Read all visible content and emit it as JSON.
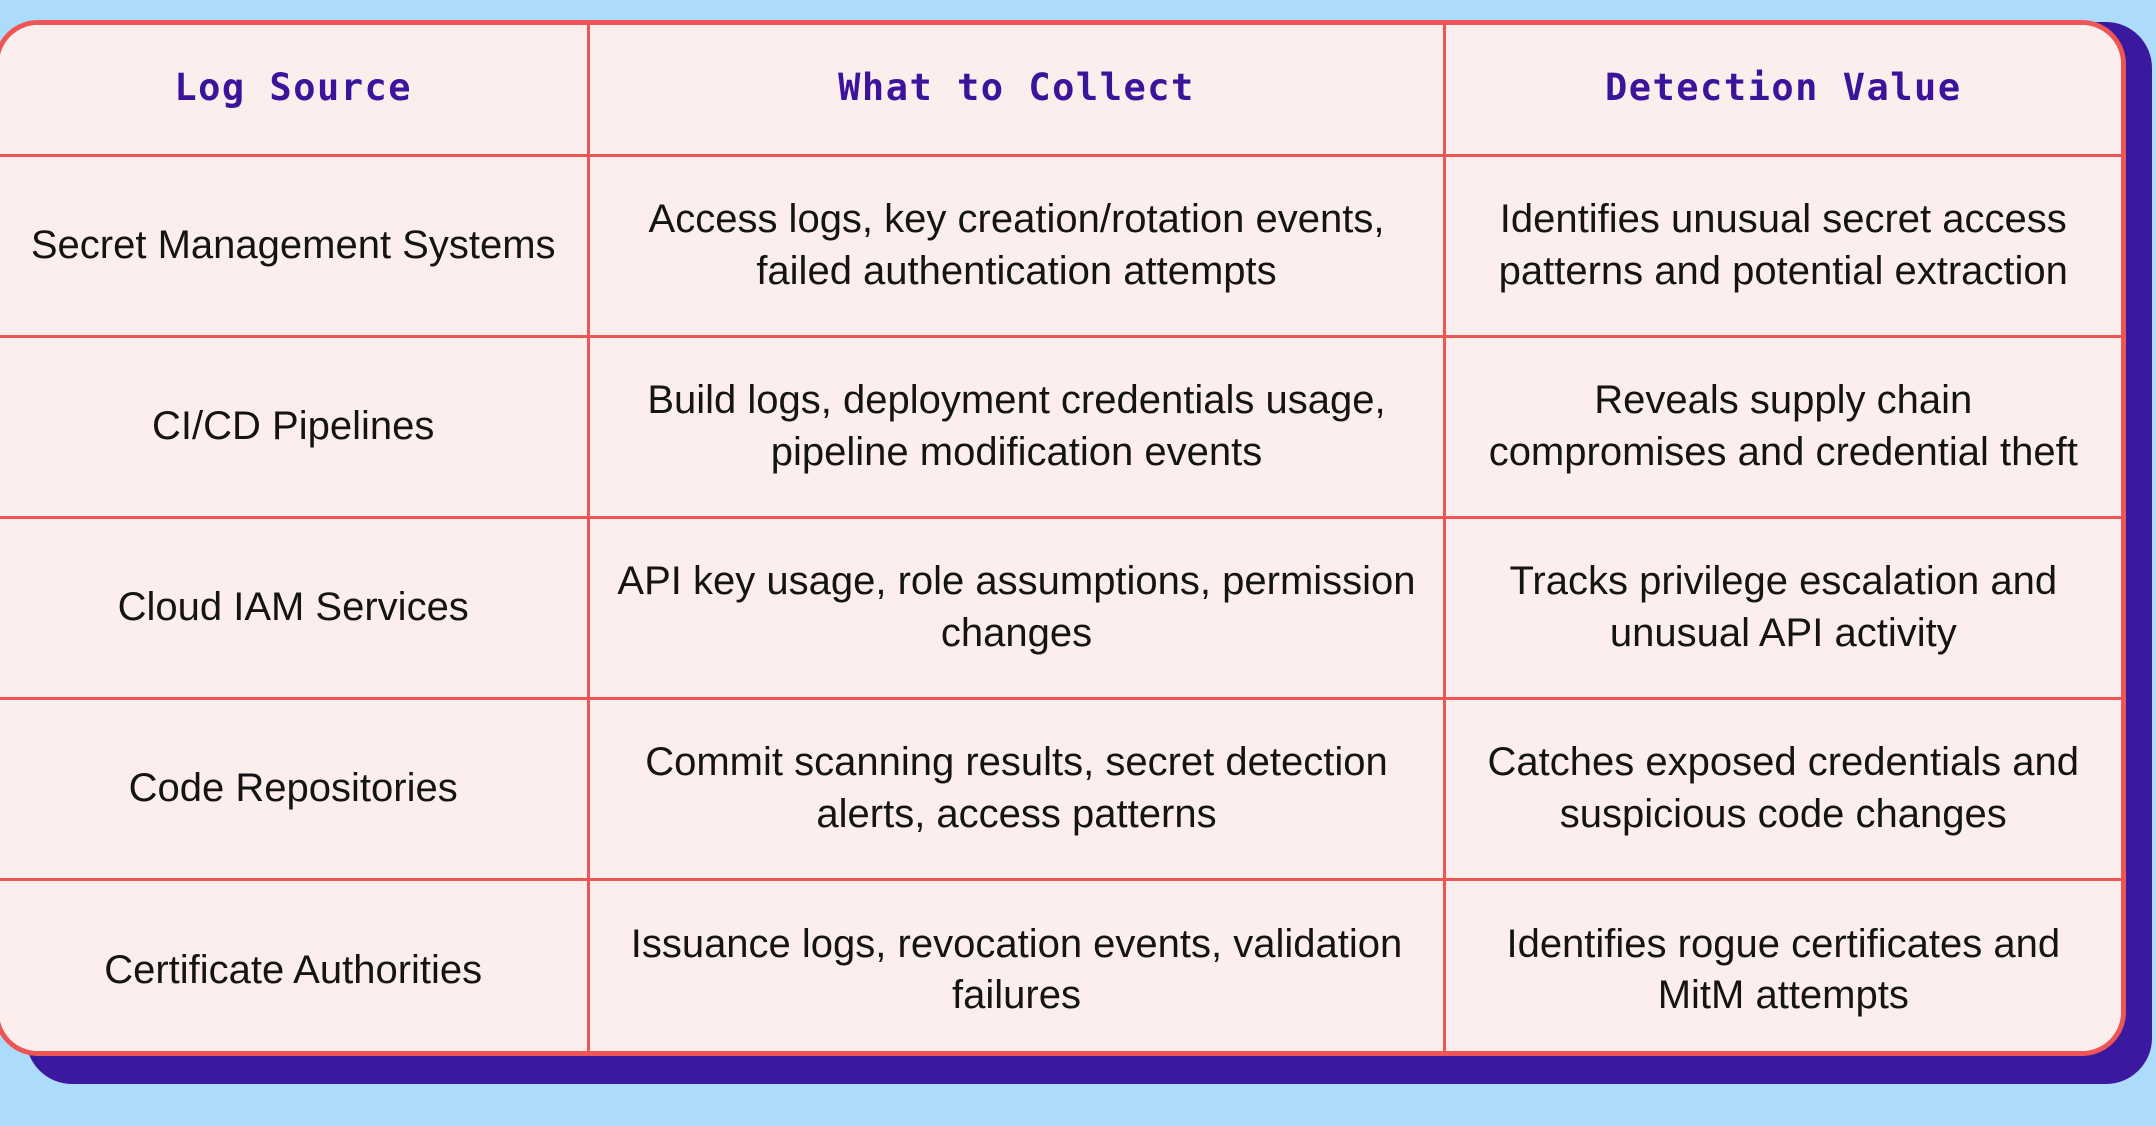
{
  "palette": {
    "page_background": "#ACDBFB",
    "card_background": "#FDEEEE",
    "card_border": "#EE5555",
    "shadow_plate": "#3A189F",
    "header_text": "#3A149B",
    "body_text": "#141414"
  },
  "table": {
    "headers": [
      "Log Source",
      "What to Collect",
      "Detection Value"
    ],
    "rows": [
      {
        "log_source": "Secret Management Systems",
        "what_to_collect": "Access logs, key creation/rotation events, failed authentication attempts",
        "detection_value": "Identifies unusual secret access patterns and potential extraction"
      },
      {
        "log_source": "CI/CD Pipelines",
        "what_to_collect": "Build logs, deployment credentials usage, pipeline modification events",
        "detection_value": "Reveals supply chain compromises and credential theft"
      },
      {
        "log_source": "Cloud IAM Services",
        "what_to_collect": "API key usage, role assumptions, permission changes",
        "detection_value": "Tracks privilege escalation and unusual API activity"
      },
      {
        "log_source": "Code Repositories",
        "what_to_collect": "Commit scanning results, secret detection alerts, access patterns",
        "detection_value": "Catches exposed credentials and suspicious code changes"
      },
      {
        "log_source": "Certificate Authorities",
        "what_to_collect": "Issuance logs, revocation events, validation failures",
        "detection_value": "Identifies rogue certificates and MitM attempts"
      }
    ]
  }
}
